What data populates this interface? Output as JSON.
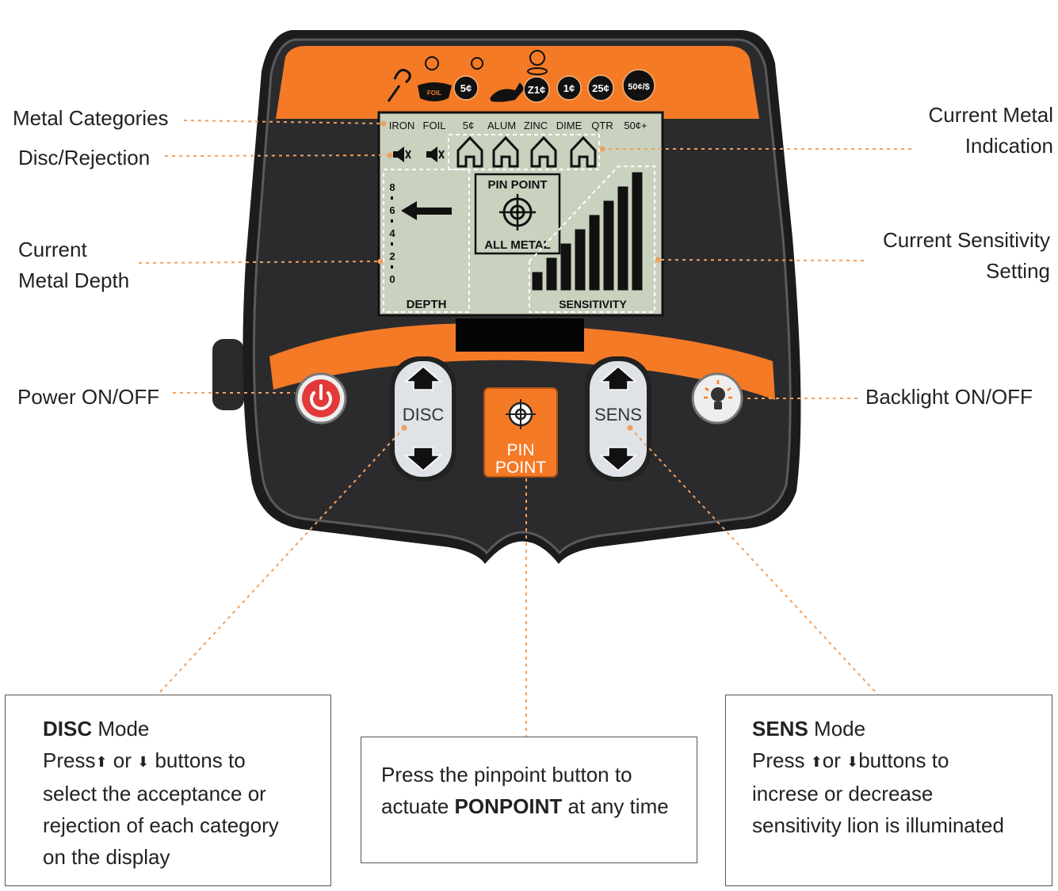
{
  "callouts": {
    "metal_categories": "Metal Categories",
    "disc_rejection": "Disc/Rejection",
    "current_metal_depth": [
      "Current",
      "Metal Depth"
    ],
    "power": "Power ON/OFF",
    "current_metal_indication": [
      "Current Metal",
      "Indication"
    ],
    "current_sensitivity": [
      "Current Sensitivity",
      "Setting"
    ],
    "backlight": "Backlight  ON/OFF"
  },
  "coin_icons": [
    "5¢",
    "Z1¢",
    "1¢",
    "25¢",
    "50¢/$"
  ],
  "foil_icon_label": "FOIL",
  "lcd": {
    "categories": [
      "IRON",
      "FOIL",
      "5¢",
      "ALUM",
      "ZINC",
      "DIME",
      "QTR",
      "50¢+"
    ],
    "depth_scale": [
      "8",
      "6",
      "4",
      "2",
      "0"
    ],
    "depth_label": "DEPTH",
    "pinpoint_top": "PIN POINT",
    "pinpoint_bottom": "ALL METAL",
    "sensitivity_label": "SENSITIVITY",
    "current_depth": 6,
    "sensitivity_level": 8,
    "sensitivity_max": 8
  },
  "buttons": {
    "disc": "DISC",
    "sens": "SENS",
    "pinpoint_line1": "PIN",
    "pinpoint_line2": "POINT"
  },
  "colors": {
    "accent": "#f47a26",
    "body": "#1d1d1f",
    "lcd": "#c9d1bf"
  },
  "boxes": {
    "disc": {
      "title_bold": "DISC",
      "title_rest": " Mode",
      "line1_a": "Press",
      "line1_b": " or ",
      "line1_c": " buttons to",
      "line2": "select  the acceptance or",
      "line3": "rejection of each category",
      "line4": "on the display"
    },
    "pinpoint": {
      "line1": "Press the pinpoint button to",
      "line2_a": "actuate ",
      "line2_bold": "PONPOINT",
      "line2_c": " at any time"
    },
    "sens": {
      "title_bold": "SENS",
      "title_rest": " Mode",
      "line1_a": "Press ",
      "line1_b": "or ",
      "line1_c": "buttons to",
      "line2": "increse or decrease",
      "line3": "sensitivity lion is illuminated"
    }
  }
}
